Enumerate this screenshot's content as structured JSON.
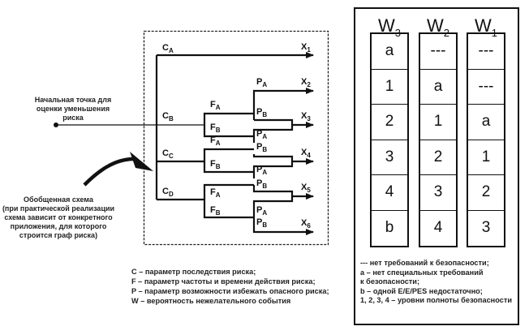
{
  "diagram": {
    "branches": {
      "C": [
        "C_A",
        "C_B",
        "C_C",
        "C_D"
      ],
      "F": [
        "F_A",
        "F_B"
      ],
      "P": [
        "P_A",
        "P_B"
      ]
    },
    "labels": {
      "CA": {
        "main": "C",
        "sub": "A"
      },
      "CB": {
        "main": "C",
        "sub": "B"
      },
      "CC": {
        "main": "C",
        "sub": "C"
      },
      "CD": {
        "main": "C",
        "sub": "D"
      },
      "FA": {
        "main": "F",
        "sub": "A"
      },
      "FB": {
        "main": "F",
        "sub": "B"
      },
      "PA": {
        "main": "P",
        "sub": "A"
      },
      "PB": {
        "main": "P",
        "sub": "B"
      },
      "X1": {
        "main": "X",
        "sub": "1"
      },
      "X2": {
        "main": "X",
        "sub": "2"
      },
      "X3": {
        "main": "X",
        "sub": "3"
      },
      "X4": {
        "main": "X",
        "sub": "4"
      },
      "X5": {
        "main": "X",
        "sub": "5"
      },
      "X6": {
        "main": "X",
        "sub": "6"
      }
    },
    "start_note": [
      "Начальная точка для",
      "оценки уменьшения",
      "риска"
    ],
    "generic_note": [
      "Обобщенная схема",
      "(при практической реализации",
      "схема зависит от конкретного",
      "приложения, для которого",
      "строится граф риска)"
    ],
    "legend": [
      "C – параметр последствия риска;",
      "F – параметр частоты и времени действия риска;",
      "P – параметр возможности избежать опасного риска;",
      "W – вероятность нежелательного события"
    ]
  },
  "w_table": {
    "columns": [
      {
        "main": "W",
        "sub": "3",
        "cells": [
          "a",
          "1",
          "2",
          "3",
          "4",
          "b"
        ]
      },
      {
        "main": "W",
        "sub": "2",
        "cells": [
          "---",
          "a",
          "1",
          "2",
          "3",
          "4"
        ]
      },
      {
        "main": "W",
        "sub": "1",
        "cells": [
          "---",
          "---",
          "a",
          "1",
          "2",
          "3"
        ]
      }
    ],
    "legend": [
      "---  нет требований к безопасности;",
      "a – нет специальных требований",
      "к безопасности;",
      "b – одной E/E/PES недостаточно;",
      "1, 2, 3, 4 – уровни полноты безопасности"
    ]
  }
}
